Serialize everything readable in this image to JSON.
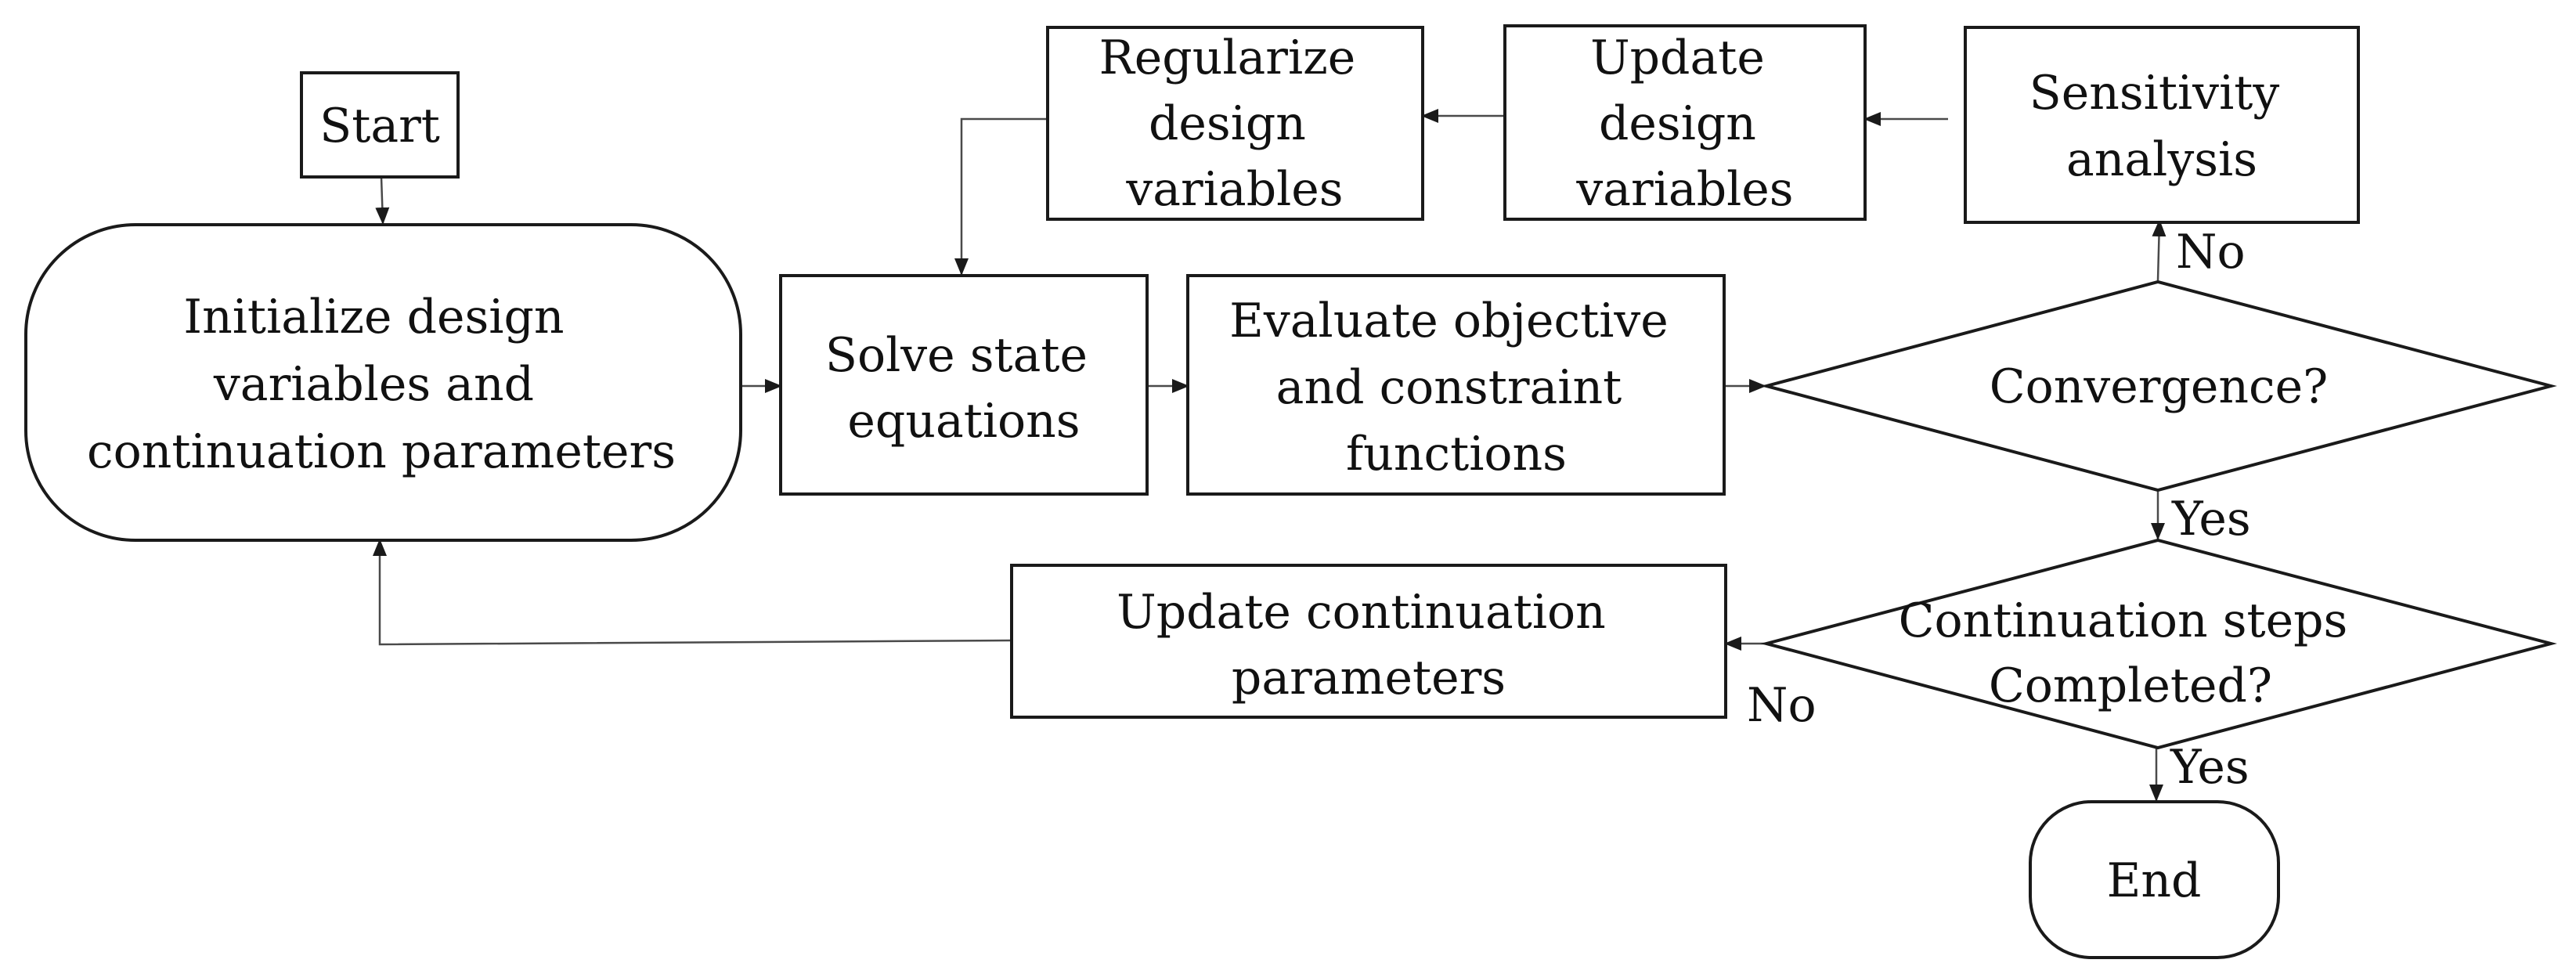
{
  "nodes": {
    "start": "Start",
    "initialize": [
      "Initialize design",
      "variables and",
      "continuation parameters"
    ],
    "solve_state": [
      "Solve state",
      "equations"
    ],
    "evaluate": [
      "Evaluate objective",
      "and constraint",
      "functions"
    ],
    "convergence": "Convergence?",
    "sensitivity": [
      "Sensitivity",
      "analysis"
    ],
    "update_design": [
      "Update",
      "design",
      "variables"
    ],
    "regularize": [
      "Regularize",
      "design",
      "variables"
    ],
    "continuation_check": [
      "Continuation steps",
      "Completed?"
    ],
    "update_continuation": [
      "Update continuation",
      "parameters"
    ],
    "end": "End"
  },
  "branch_labels": {
    "convergence_no": "No",
    "convergence_yes": "Yes",
    "continuation_no": "No",
    "continuation_yes": "Yes"
  },
  "colors": {
    "shape_stroke": "#1a1a1a",
    "edge_stroke": "#4a4a4a",
    "text": "#111111",
    "background": "#ffffff"
  }
}
